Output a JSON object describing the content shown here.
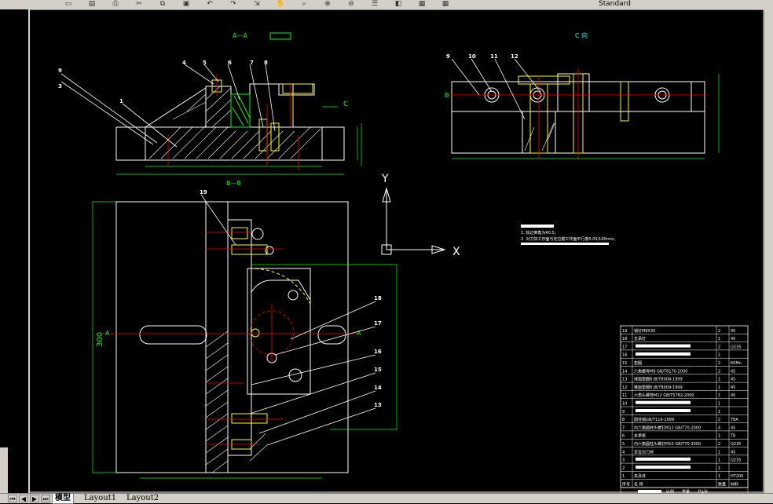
{
  "toolbar": {
    "tools": [
      "open-icon",
      "save-icon",
      "print-icon",
      "cut-icon",
      "copy-icon",
      "paste-icon",
      "undo-icon",
      "redo-icon",
      "match-icon",
      "pan-icon",
      "zoom-realtime-icon",
      "zoom-window-icon",
      "zoom-previous-icon",
      "properties-icon",
      "design-center-icon",
      "tool-palette-icon",
      "calculator-icon"
    ],
    "layer_label": "Standard"
  },
  "tabs": {
    "model": "模型",
    "layout1": "Layout1",
    "layout2": "Layout2"
  },
  "drawing": {
    "view_aa": "A—A",
    "view_c": "C 向",
    "view_bb": "B—B",
    "label_c": "C",
    "label_b": "B",
    "label_a": "A",
    "axis_y": "Y",
    "axis_x": "X",
    "dim_300": "300",
    "balloons_top": [
      "9",
      "3",
      "1",
      "4",
      "5",
      "6",
      "7",
      "8"
    ],
    "balloons_c": [
      "9",
      "10",
      "11",
      "12"
    ],
    "balloons_bb": [
      "19",
      "18",
      "17",
      "16",
      "15",
      "14",
      "13"
    ],
    "notes": [
      "1. 锐边倒角为R0.5。",
      "2. 对刀块工作面与定位键工作面平行度0.05/100mm。"
    ],
    "bom_rows": [
      {
        "no": "19",
        "name": "销钉M8X30",
        "qty": "2",
        "mat": "45"
      },
      {
        "no": "18",
        "name": "支承钉",
        "qty": "1",
        "mat": "45"
      },
      {
        "no": "17",
        "name": "",
        "qty": "2",
        "mat": "Q235"
      },
      {
        "no": "16",
        "name": "",
        "qty": "1",
        "mat": ""
      },
      {
        "no": "15",
        "name": "垫圈",
        "qty": "2",
        "mat": "65Mn"
      },
      {
        "no": "14",
        "name": "六角螺母M8 GB/T6170-2000",
        "qty": "2",
        "mat": "45"
      },
      {
        "no": "13",
        "name": "球面垫圈8 JB/T8008-1999",
        "qty": "1",
        "mat": "45"
      },
      {
        "no": "12",
        "name": "锥面垫圈8 JB/T8009-1999",
        "qty": "1",
        "mat": "45"
      },
      {
        "no": "11",
        "name": "六角头螺栓M12 GB/T5782-2000",
        "qty": "1",
        "mat": "45"
      },
      {
        "no": "10",
        "name": "",
        "qty": "1",
        "mat": ""
      },
      {
        "no": "9",
        "name": "",
        "qty": "1",
        "mat": ""
      },
      {
        "no": "8",
        "name": "圆柱销GB/T119-1999",
        "qty": "2",
        "mat": "T8A"
      },
      {
        "no": "7",
        "name": "内六角圆柱头螺钉M12 GB/T70-2000",
        "qty": "4",
        "mat": "45"
      },
      {
        "no": "6",
        "name": "支承板",
        "qty": "1",
        "mat": "T8"
      },
      {
        "no": "5",
        "name": "内六角圆柱头螺钉M10 GB/T70-2000",
        "qty": "2",
        "mat": "Q235"
      },
      {
        "no": "4",
        "name": "定位对刀块",
        "qty": "1",
        "mat": "45"
      },
      {
        "no": "3",
        "name": "",
        "qty": "1",
        "mat": "Q235"
      },
      {
        "no": "2",
        "name": "",
        "qty": "1",
        "mat": ""
      },
      {
        "no": "1",
        "name": "夹具体",
        "qty": "1",
        "mat": "HT200"
      }
    ],
    "bom_header": [
      "序号",
      "名 称",
      "数量",
      "材料"
    ],
    "title_ratio": "1:1",
    "title_date": "2013.12",
    "title_ratio_label": "比例",
    "title_weight_label": "重量",
    "title_sheet_label": "共1张",
    "title_drawn": "制图"
  },
  "colors": {
    "outline": "#ffffff",
    "dim": "#00ff00",
    "center": "#ff0000",
    "hidden": "#ffff00",
    "hatch": "#ffffff",
    "annot": "#00ffff"
  }
}
